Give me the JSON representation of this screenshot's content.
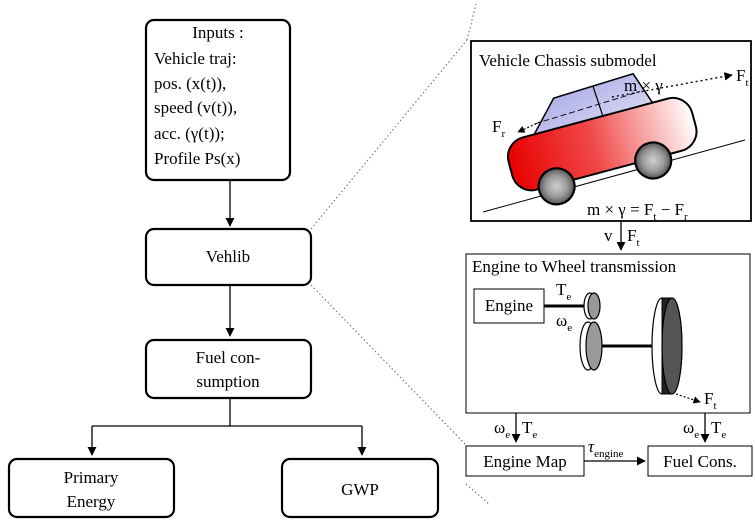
{
  "flowchart": {
    "inputs_box": {
      "lines": [
        "Inputs :",
        "Vehicle traj:",
        "pos.  (x(t)),",
        "speed (v(t)),",
        "acc.  (γ(t));",
        "Profile Ps(x)"
      ]
    },
    "vehlib_box": {
      "label": "Vehlib"
    },
    "fuel_box": {
      "lines": [
        "Fuel con-",
        "sumption"
      ]
    },
    "primary_box": {
      "lines": [
        "Primary",
        "Energy"
      ]
    },
    "gwp_box": {
      "label": "GWP"
    }
  },
  "detail": {
    "chassis": {
      "title": "Vehicle Chassis submodel",
      "force_ft": "F",
      "force_ft_sub": "t",
      "force_fr": "F",
      "force_fr_sub": "r",
      "inertia": "m × γ",
      "equation": "m × γ = F",
      "equation_t_sub": "t",
      "equation_minus": " − F",
      "equation_r_sub": "r"
    },
    "link1": {
      "left": "v",
      "right": "F",
      "right_sub": "t"
    },
    "transmission": {
      "title": "Engine to Wheel transmission",
      "engine_label": "Engine",
      "torque": "T",
      "torque_sub": "e",
      "omega": "ω",
      "omega_sub": "e",
      "wheel_force": "F",
      "wheel_force_sub": "t"
    },
    "link_map": {
      "left": "ω",
      "left_sub": "e",
      "right": "T",
      "right_sub": "e"
    },
    "link_cons": {
      "left": "ω",
      "left_sub": "e",
      "right": "T",
      "right_sub": "e"
    },
    "engine_map": {
      "label": "Engine Map"
    },
    "tau": {
      "symbol": "τ",
      "sub": "engine"
    },
    "fuel_cons": {
      "label": "Fuel Cons."
    }
  }
}
